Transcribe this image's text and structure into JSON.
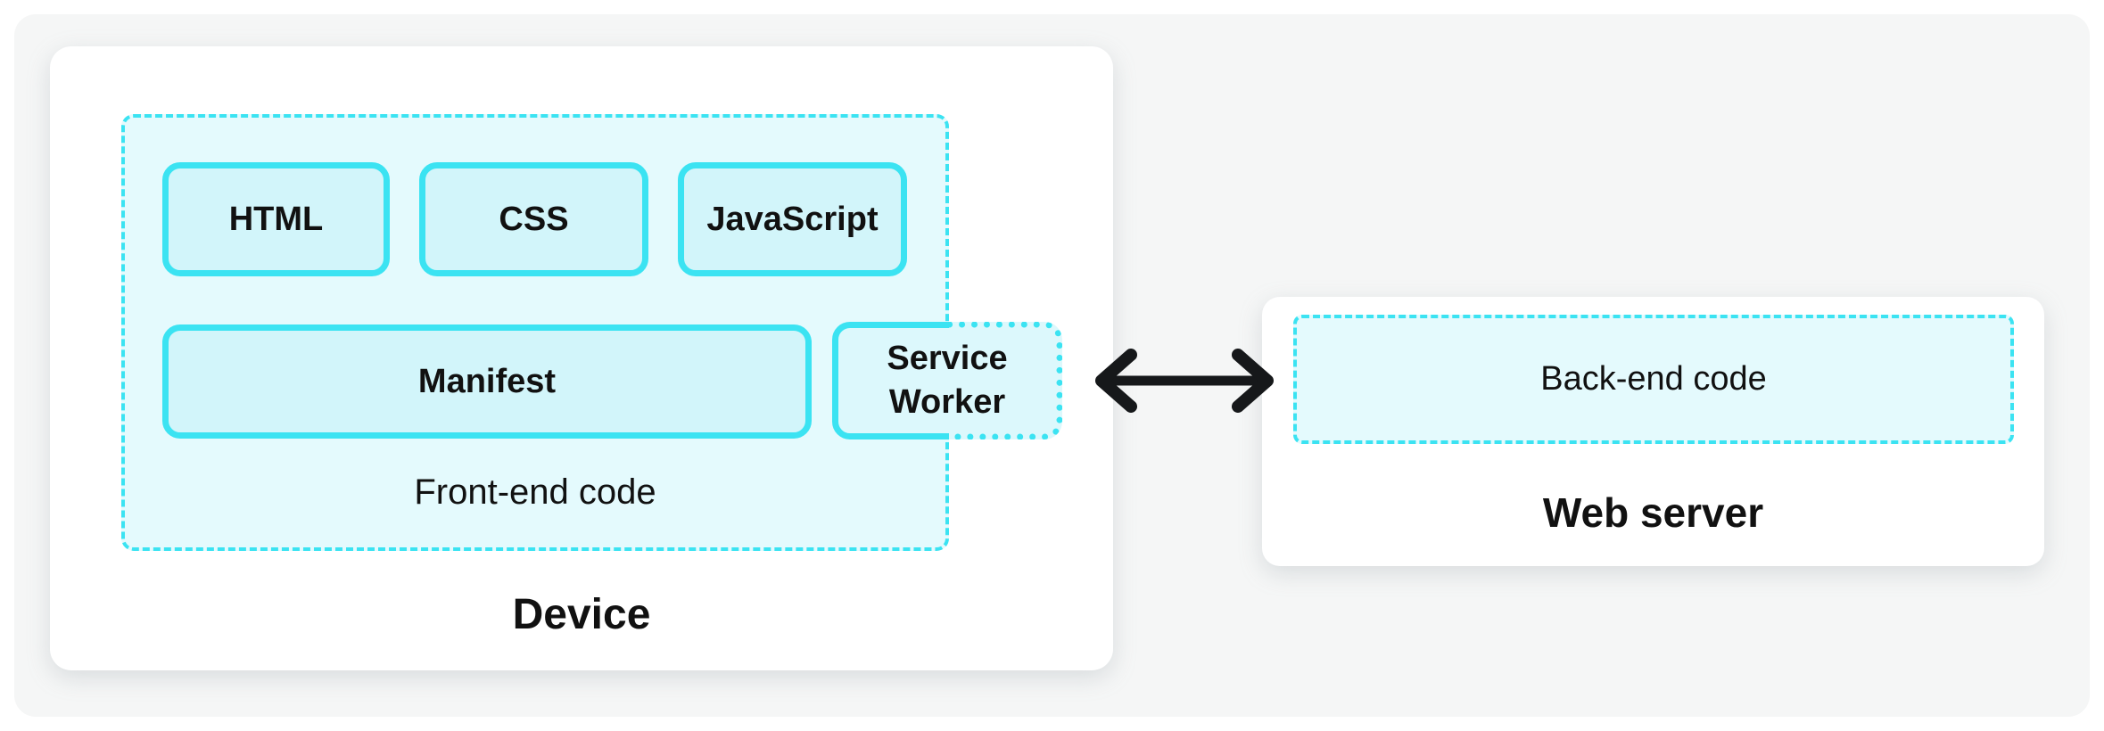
{
  "device": {
    "title": "Device",
    "frontend": {
      "title": "Front-end code",
      "boxes": [
        {
          "id": "html",
          "label": "HTML"
        },
        {
          "id": "css",
          "label": "CSS"
        },
        {
          "id": "javascript",
          "label": "JavaScript"
        },
        {
          "id": "manifest",
          "label": "Manifest"
        },
        {
          "id": "service-worker",
          "label": "Service Worker"
        }
      ]
    }
  },
  "connection": {
    "icon": "bidirectional-arrow-icon",
    "description": "double-headed arrow between Service Worker and Web server"
  },
  "web_server": {
    "title": "Web server",
    "backend": {
      "title": "Back-end code"
    }
  },
  "colors": {
    "accent": "#3BE3F2",
    "container_fill": "#E4FAFD",
    "box_fill": "#D2F5FA",
    "sw_fill": "#DCF8FC",
    "text": "#111111",
    "card": "#FFFFFF",
    "backdrop": "#F5F6F6"
  }
}
